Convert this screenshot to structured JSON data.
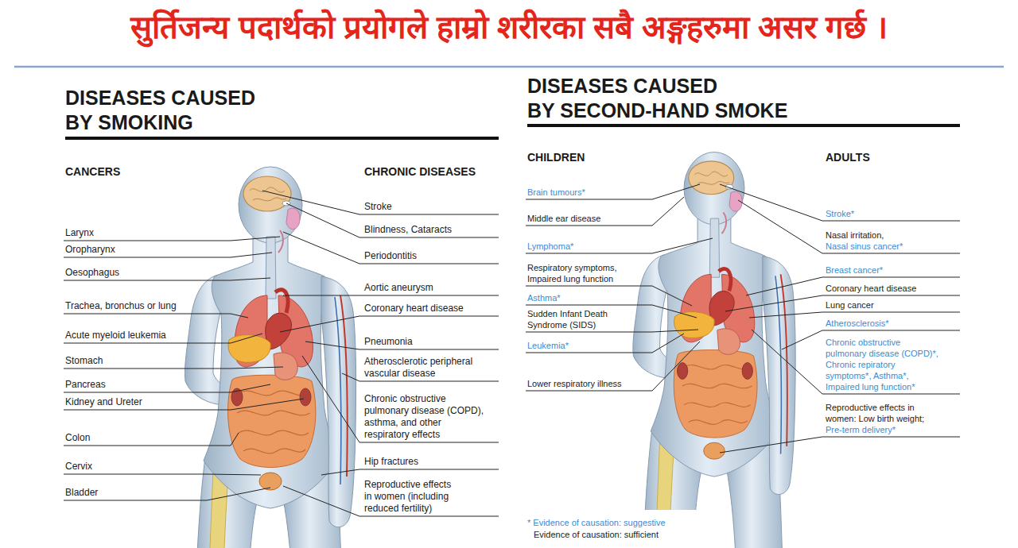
{
  "diagram": {
    "title": "सुर्तिजन्य पदार्थको प्रयोगले हाम्रो शरीरका सबै अङ्गहरुमा असर गर्छ ।",
    "labels": [
      "DISEASES CAUSED BY SMOKING",
      "CANCERS",
      "Larynx",
      "Oropharynx",
      "Oesophagus",
      "Trachea, bronchus or lung",
      "Acute myeloid leukemia",
      "Stomach",
      "Pancreas",
      "Kidney and Ureter",
      "Colon",
      "Cervix",
      "Bladder",
      "CHRONIC DISEASES",
      "Stroke",
      "Blindness, Cataracts",
      "Periodontitis",
      "Aortic aneurysm",
      "Coronary heart disease",
      "Pneumonia",
      "Atherosclerotic peripheral vascular disease",
      "Chronic obstructive pulmonary disease (COPD), asthma, and other respiratory effects",
      "Hip fractures",
      "Reproductive effects in women (including reduced fertility)",
      "DISEASES CAUSED BY SECOND-HAND SMOKE",
      "CHILDREN",
      "Brain tumours*",
      "Middle ear disease",
      "Lymphoma*",
      "Respiratory symptoms, Impaired lung function",
      "Asthma*",
      "Sudden Infant Death Syndrome (SIDS)",
      "Leukemia*",
      "Lower respiratory illness",
      "ADULTS",
      "Stroke*",
      "Nasal irritation,",
      "Nasal sinus cancer*",
      "Breast cancer*",
      "Coronary heart disease",
      "Lung cancer",
      "Atherosclerosis*",
      "Chronic obstructive pulmonary disease (COPD)*, Chronic repiratory symptoms*, Asthma*, Impaired lung function*",
      "Reproductive effects in women: Low birth weight;",
      "Pre-term delivery*",
      "* Evidence of causation: suggestive",
      "Evidence of causation: sufficient"
    ]
  }
}
